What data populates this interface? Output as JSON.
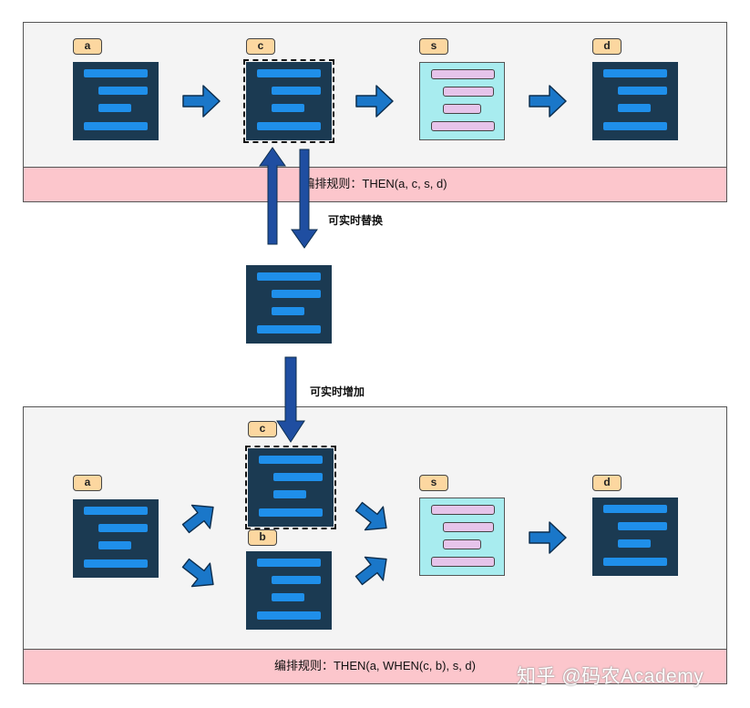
{
  "top_section": {
    "rule_text": "编排规则：THEN(a, c, s, d)",
    "tags": {
      "a": "a",
      "c": "c",
      "s": "s",
      "d": "d"
    }
  },
  "replace_label": "可实时替换",
  "add_label": "可实时增加",
  "bottom_section": {
    "rule_text": "编排规则：THEN(a, WHEN(c, b), s, d)",
    "tags": {
      "a": "a",
      "c": "c",
      "b": "b",
      "s": "s",
      "d": "d"
    }
  },
  "watermark": "知乎 @码农Academy",
  "colors": {
    "node_dark": "#1b3a52",
    "node_bar": "#1f8fea",
    "s_node": "#a8ecef",
    "rule_bar": "#fcc6cc",
    "tag": "#fcd7a0",
    "arrow_blue": "#1a77c9",
    "arrow_dark": "#1f4ea1"
  }
}
